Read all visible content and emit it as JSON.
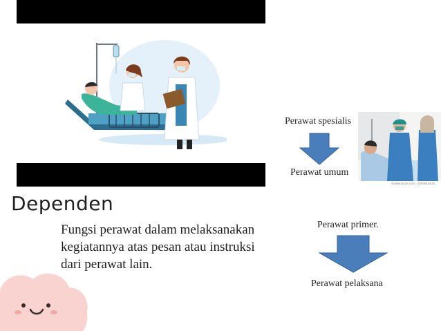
{
  "slide": {
    "title": "Dependen",
    "body_lines": [
      "Fungsi perawat dalam melaksanakan",
      "kegiatannya atas pesan atau instruksi",
      "dari perawat lain."
    ]
  },
  "diagram_top": {
    "from": "Perawat spesialis",
    "to": "Perawat umum"
  },
  "diagram_bottom": {
    "from": "Perawat primer.",
    "to": "Perawat pelaksana"
  },
  "photo": {
    "watermark": "shutterstock.com · 2093916515"
  },
  "colors": {
    "arrow_fill": "#4a7ebb",
    "arrow_stroke": "#2f5f9a",
    "cloud": "#f9d3d0",
    "bars": "#000000"
  }
}
